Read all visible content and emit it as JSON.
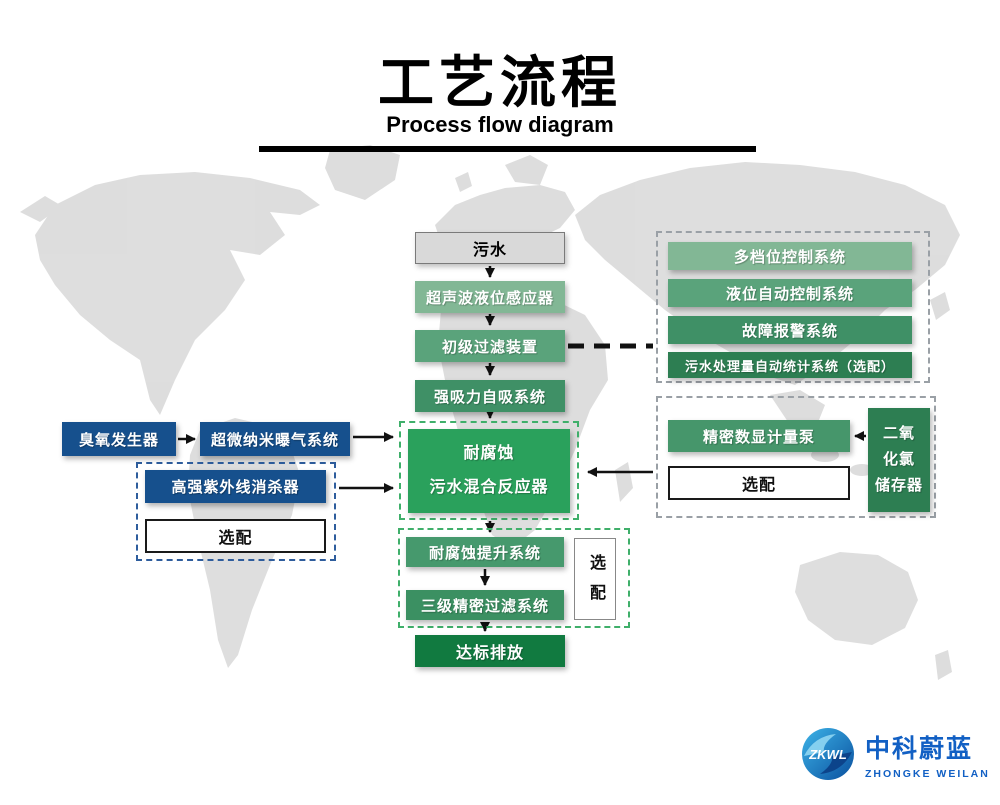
{
  "title": {
    "zh": "工艺流程",
    "en": "Process flow diagram"
  },
  "main_flow": {
    "source": {
      "label": "污水"
    },
    "step_sensor": {
      "label": "超声波液位感应器"
    },
    "step_filter": {
      "label": "初级过滤装置"
    },
    "step_suction": {
      "label": "强吸力自吸系统"
    },
    "reactor": {
      "line1": "耐腐蚀",
      "line2": "污水混合反应器"
    },
    "step_lift": {
      "label": "耐腐蚀提升系统"
    },
    "step_fine_filter": {
      "label": "三级精密过滤系统"
    },
    "optional": {
      "label": "选配"
    },
    "discharge": {
      "label": "达标排放"
    }
  },
  "control_panel": {
    "items": [
      {
        "label": "多档位控制系统"
      },
      {
        "label": "液位自动控制系统"
      },
      {
        "label": "故障报警系统"
      },
      {
        "label": "污水处理量自动统计系统（选配）"
      }
    ]
  },
  "dosing_panel": {
    "pump": {
      "label": "精密数显计量泵"
    },
    "optional": {
      "label": "选配"
    },
    "storage": {
      "line1": "二氧",
      "line2": "化氯",
      "line3": "储存器"
    }
  },
  "ozone_group": {
    "generator": {
      "label": "臭氧发生器"
    },
    "aeration": {
      "label": "超微纳米曝气系统"
    },
    "uv": {
      "label": "高强紫外线消杀器"
    },
    "optional": {
      "label": "选配"
    }
  },
  "logo": {
    "abbr": "ZKWL",
    "zh": "中科蔚蓝",
    "en": "ZHONGKE WEILAN"
  },
  "colors": {
    "green_light": "#82b795",
    "green_mid": "#5aa37b",
    "green_dark": "#3f9066",
    "green_darker": "#2d7e52",
    "green_reactor": "#2aa15c",
    "green_lift": "#46996d",
    "green_fine": "#3b9062",
    "green_discharge": "#117a40",
    "green_pump": "#46966b",
    "blue_box": "#16508d",
    "gray_box": "#d9d9d9",
    "logo_blue": "#1260c4",
    "arrow": "#111111"
  }
}
